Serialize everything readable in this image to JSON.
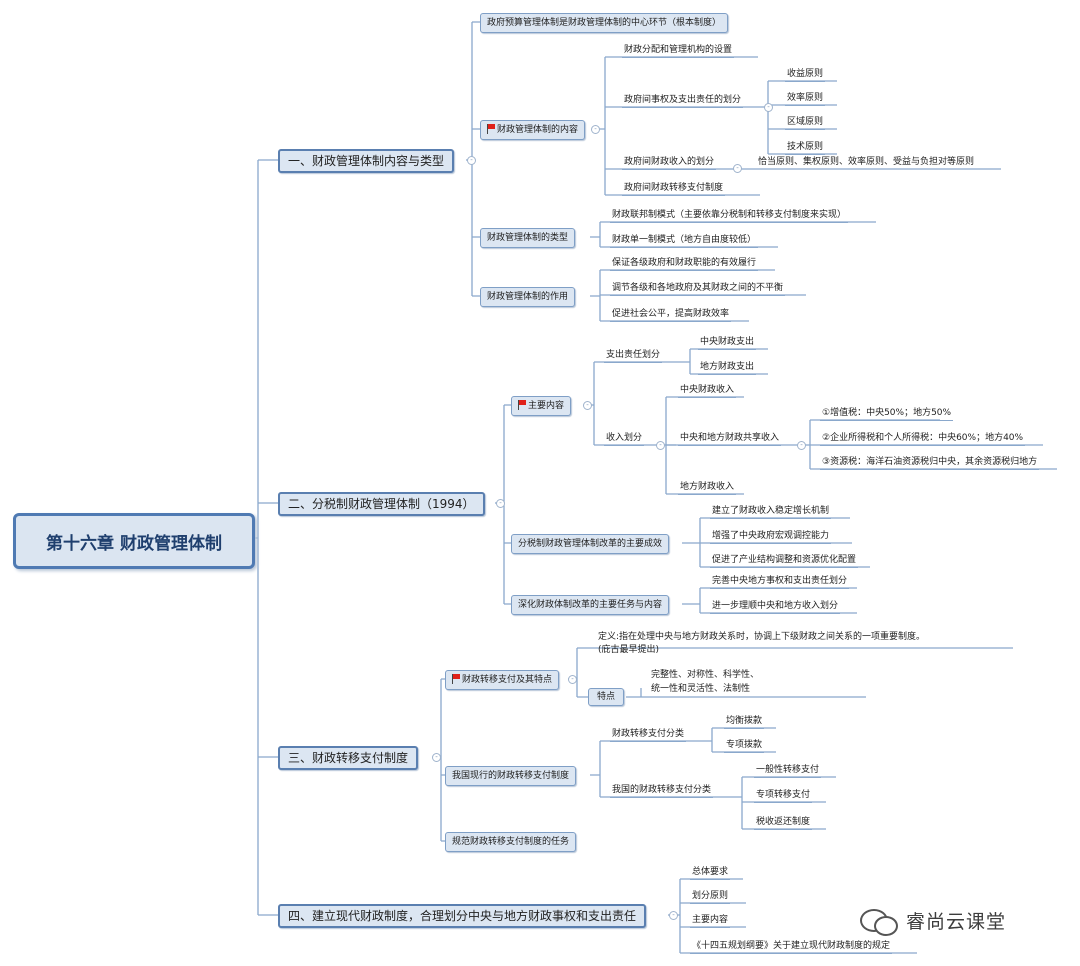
{
  "root": {
    "title": "第十六章 财政管理体制"
  },
  "sections": [
    {
      "title": "一、财政管理体制内容与类型",
      "items": {
        "core": "政府预算管理体制是财政管理体制的中心环节（根本制度）",
        "content": {
          "label": "财政管理体制的内容",
          "sub1": "财政分配和管理机构的设置",
          "sub2": "政府间事权及支出责任的划分",
          "principles": [
            "收益原则",
            "效率原则",
            "区域原则",
            "技术原则"
          ],
          "sub3": "政府间财政收入的划分",
          "sub3_detail": "恰当原则、集权原则、效率原则、受益与负担对等原则",
          "sub4": "政府间财政转移支付制度"
        },
        "types": {
          "label": "财政管理体制的类型",
          "t1": "财政联邦制模式（主要依靠分税制和转移支付制度来实现）",
          "t2": "财政单一制模式（地方自由度较低）"
        },
        "roles": {
          "label": "财政管理体制的作用",
          "r1": "保证各级政府和财政职能的有效履行",
          "r2": "调节各级和各地政府及其财政之间的不平衡",
          "r3": "促进社会公平，提高财政效率"
        }
      }
    },
    {
      "title": "二、分税制财政管理体制（1994）",
      "items": {
        "main": {
          "label": "主要内容",
          "expense": {
            "label": "支出责任划分",
            "c1": "中央财政支出",
            "c2": "地方财政支出"
          },
          "income": {
            "label": "收入划分",
            "c1": "中央财政收入",
            "c2": "中央和地方财政共享收入",
            "shared": [
              "①增值税：中央50%；地方50%",
              "②企业所得税和个人所得税：中央60%；地方40%",
              "③资源税：海洋石油资源税归中央，其余资源税归地方"
            ],
            "c3": "地方财政收入"
          }
        },
        "achievements": {
          "label": "分税制财政管理体制改革的主要成效",
          "a1": "建立了财政收入稳定增长机制",
          "a2": "增强了中央政府宏观调控能力",
          "a3": "促进了产业结构调整和资源优化配置"
        },
        "deepen": {
          "label": "深化财政体制改革的主要任务与内容",
          "d1": "完善中央地方事权和支出责任划分",
          "d2": "进一步理顺中央和地方收入划分"
        }
      }
    },
    {
      "title": "三、财政转移支付制度",
      "items": {
        "feature": {
          "label": "财政转移支付及其特点",
          "def1": "定义:指在处理中央与地方财政关系时，协调上下级财政之间关系的一项重要制度。",
          "def2": "(庇古最早提出)",
          "trait_label": "特点",
          "trait1": "完整性、对称性、科学性、",
          "trait2": "统一性和灵活性、法制性"
        },
        "current": {
          "label": "我国现行的财政转移支付制度",
          "cat1": {
            "label": "财政转移支付分类",
            "a": "均衡拨款",
            "b": "专项拨款"
          },
          "cat2": {
            "label": "我国的财政转移支付分类",
            "a": "一般性转移支付",
            "b": "专项转移支付",
            "c": "税收返还制度"
          }
        },
        "task": "规范财政转移支付制度的任务"
      }
    },
    {
      "title": "四、建立现代财政制度，合理划分中央与地方财政事权和支出责任",
      "items": [
        "总体要求",
        "划分原则",
        "主要内容",
        "《十四五规划纲要》关于建立现代财政制度的规定"
      ]
    }
  ],
  "watermark": {
    "text": "睿尚云课堂",
    "icon": "wechat-icon"
  },
  "colors": {
    "node_fill": "#dce6f2",
    "node_border": "#7f9fc6",
    "line": "#8aa8cc",
    "flag": "#e0211a"
  }
}
